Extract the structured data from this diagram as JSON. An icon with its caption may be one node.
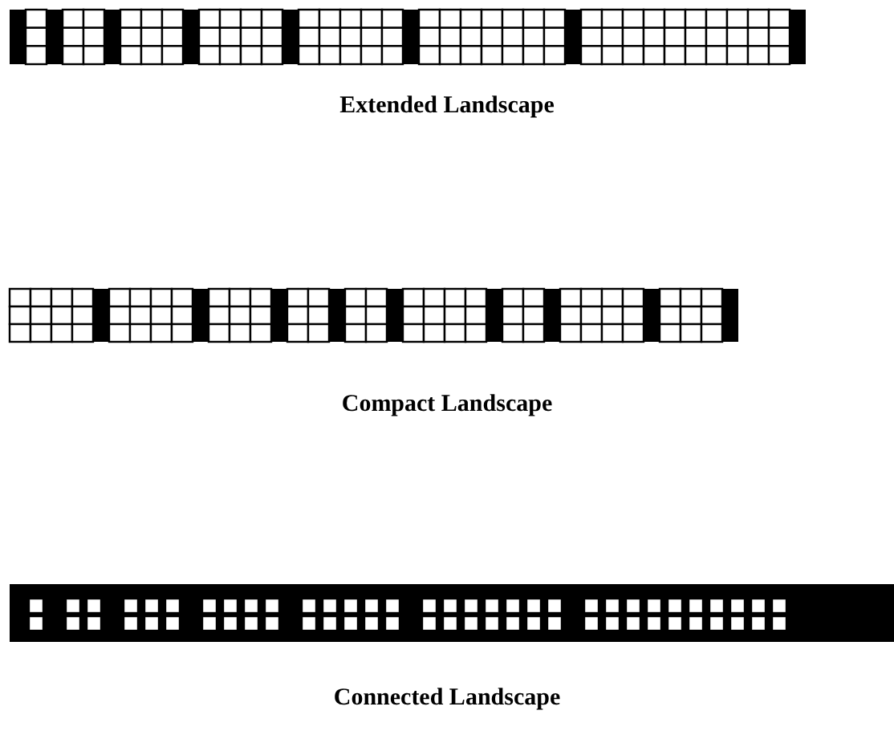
{
  "diagram": {
    "labels": [
      "Extended Landscape",
      "Compact Landscape",
      "Connected Landscape"
    ]
  }
}
